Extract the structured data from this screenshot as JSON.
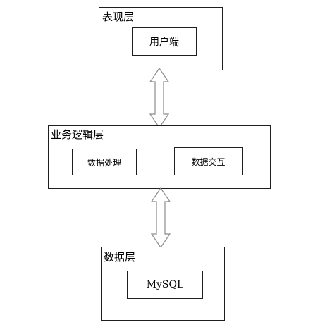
{
  "layers": {
    "presentation": {
      "title": "表现层",
      "node": "用户端"
    },
    "business": {
      "title": "业务逻辑层",
      "nodes": [
        "数据处理",
        "数据交互"
      ]
    },
    "data": {
      "title": "数据层",
      "node": "MySQL"
    }
  },
  "arrows": [
    {
      "from": "presentation",
      "to": "business",
      "style": "double-headed",
      "fill": "#ffffff",
      "stroke": "#8c8c8c"
    },
    {
      "from": "business",
      "to": "data",
      "style": "double-headed",
      "fill": "#ffffff",
      "stroke": "#8c8c8c"
    }
  ],
  "colors": {
    "box_border": "#1f1f1f",
    "arrow_stroke": "#8c8c8c",
    "background": "#ffffff"
  }
}
